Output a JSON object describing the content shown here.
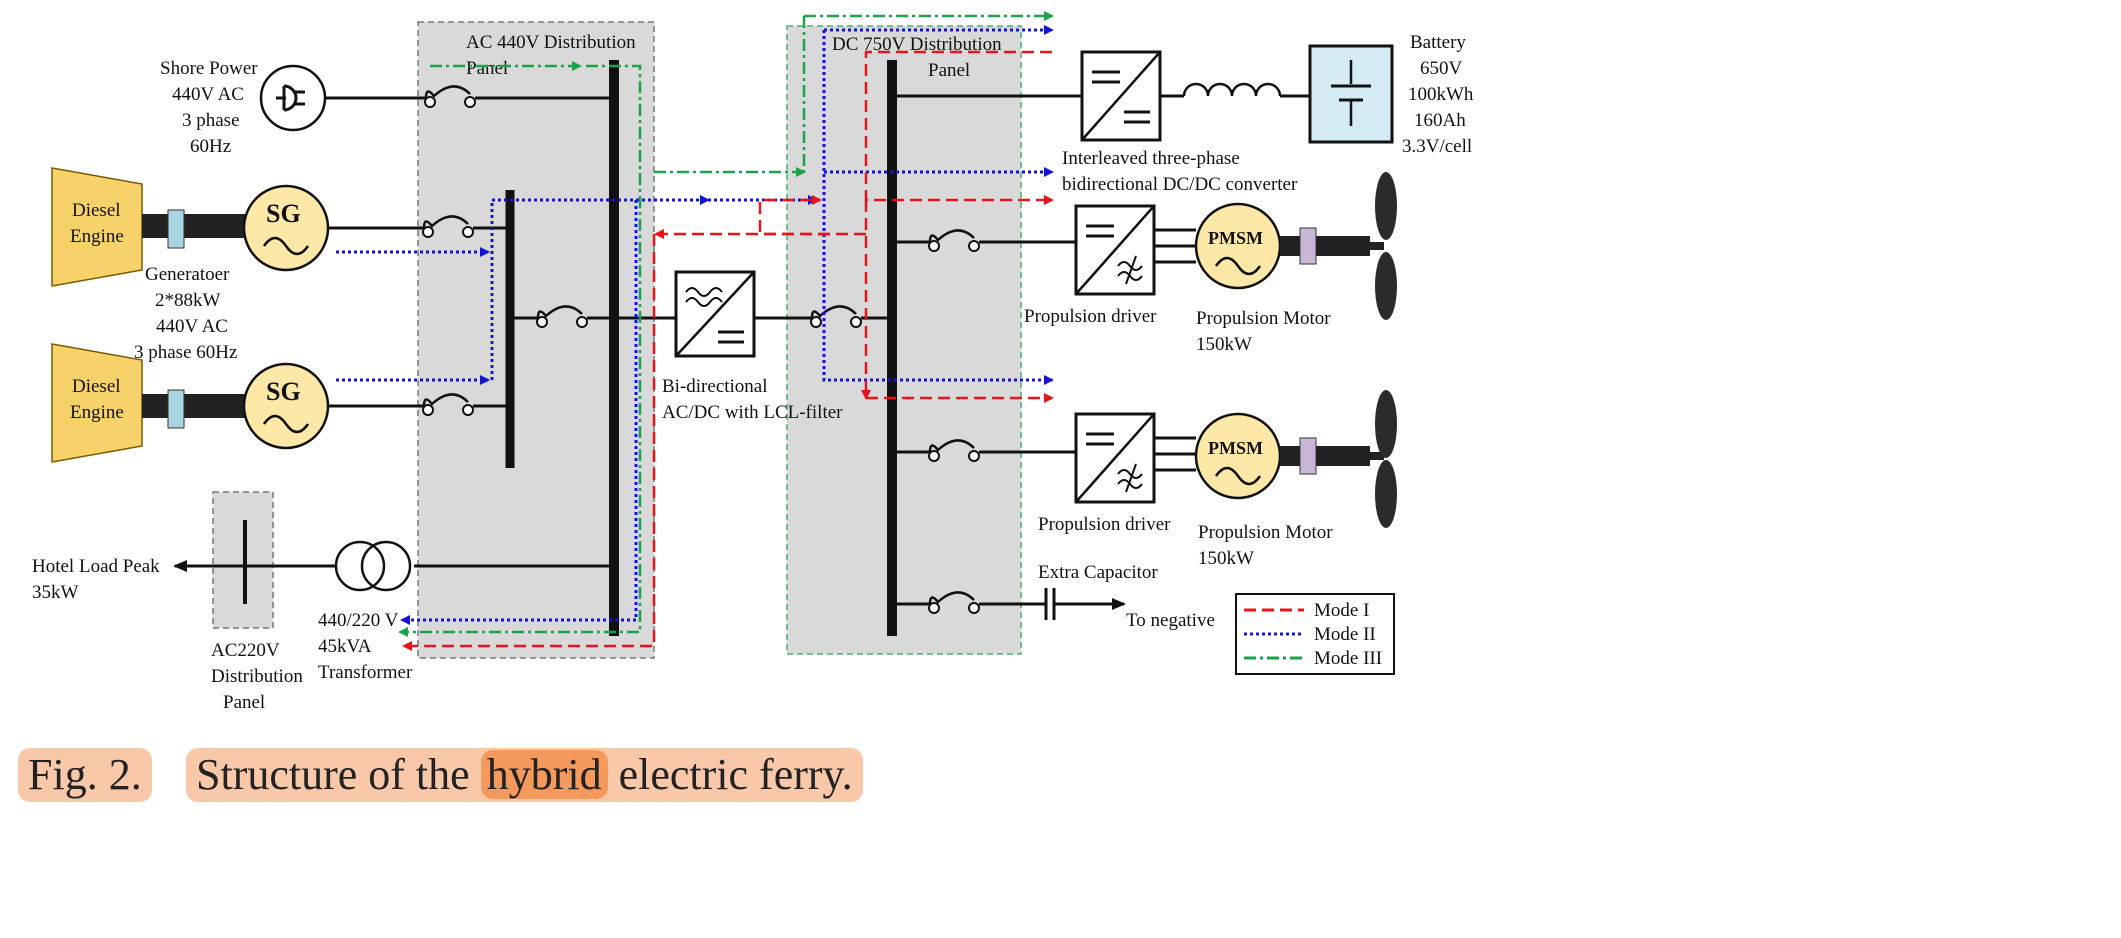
{
  "diagram": {
    "panels": {
      "ac": "AC 440V Distribution",
      "ac2": "Panel",
      "dc": "DC 750V Distribution",
      "dc2": "Panel",
      "ac220": [
        "AC220V",
        "Distribution",
        "Panel"
      ]
    },
    "shore_power": [
      "Shore Power",
      "440V AC",
      "3 phase",
      "60Hz"
    ],
    "engine": [
      "Diesel",
      "Engine"
    ],
    "sg": "SG",
    "generator": [
      "Generatoer",
      "2*88kW",
      "440V AC",
      "3 phase 60Hz"
    ],
    "battery": [
      "Battery",
      "650V",
      "100kWh",
      "160Ah",
      "3.3V/cell"
    ],
    "dcdc": [
      "Interleaved three-phase",
      "bidirectional DC/DC converter"
    ],
    "acdc": [
      "Bi-directional",
      "AC/DC with LCL-filter"
    ],
    "pmsm": "PMSM",
    "driver": "Propulsion driver",
    "motor": [
      "Propulsion Motor",
      "150kW"
    ],
    "hotel": [
      "Hotel Load Peak",
      "35kW"
    ],
    "transformer": [
      "440/220 V",
      "45kVA",
      "Transformer"
    ],
    "capacitor": "Extra Capacitor",
    "to_negative": "To negative",
    "legend": [
      {
        "label": "Mode I",
        "color": "#e8141b"
      },
      {
        "label": "Mode II",
        "color": "#1414d6"
      },
      {
        "label": "Mode III",
        "color": "#1aa34a"
      }
    ]
  },
  "caption": {
    "fig": "Fig. 2.",
    "pre": "Structure of the",
    "hl": "hybrid",
    "post": "electric ferry."
  }
}
